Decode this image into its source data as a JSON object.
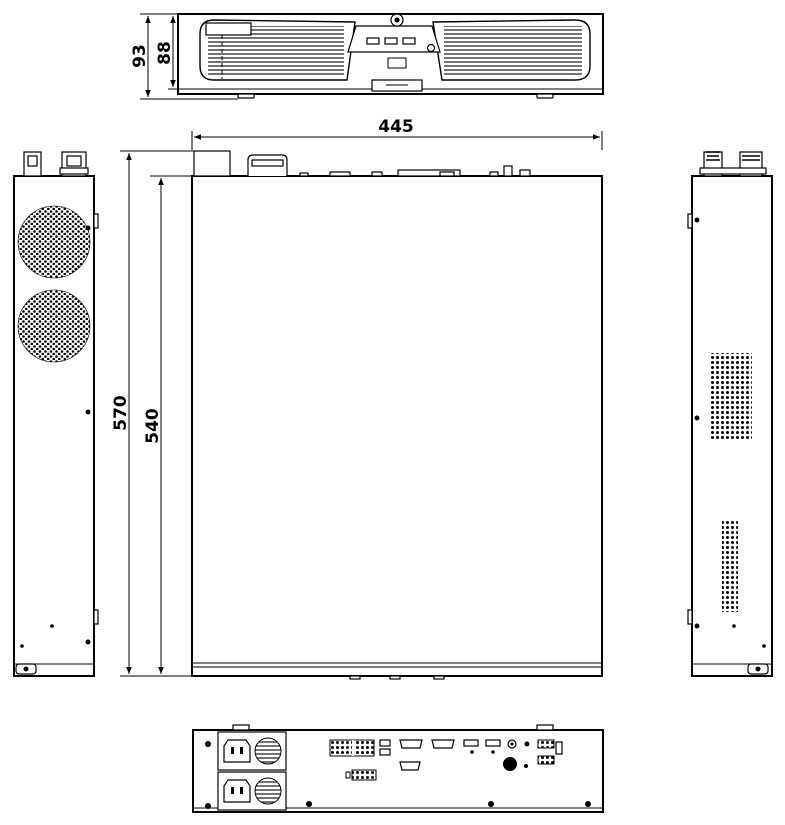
{
  "dimensions": {
    "front_total_height": "93",
    "front_body_height": "88",
    "top_width": "445",
    "top_total_depth": "570",
    "top_body_depth": "540"
  }
}
